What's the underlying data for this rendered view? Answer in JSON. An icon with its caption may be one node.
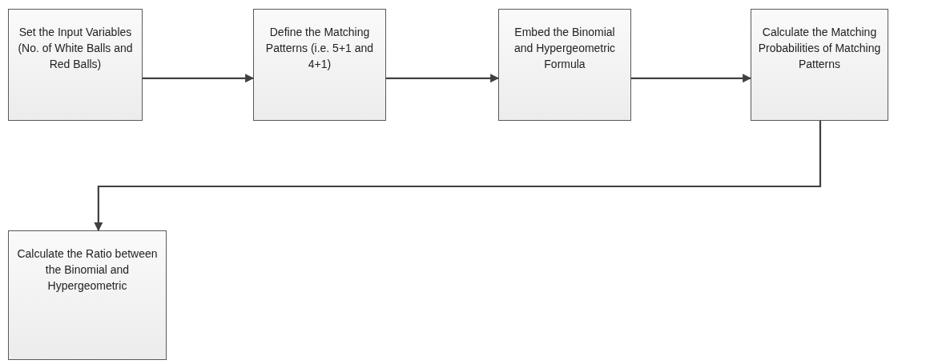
{
  "diagram": {
    "nodes": [
      {
        "text": [
          "Set the Input Variables (No. of White Balls and Red Balls)"
        ]
      },
      {
        "text": [
          "Define the Matching Patterns (i.e. 5+1 and 4+1)"
        ]
      },
      {
        "text": [
          "Embed the Binomial and Hypergeometric Formula"
        ]
      },
      {
        "text": [
          "Calculate the Matching Probabilities of Matching Patterns"
        ]
      },
      {
        "text": [
          "Calculate the Ratio between the Binomial and Hypergeometric"
        ]
      }
    ],
    "edges": [
      {
        "from": 0,
        "to": 1,
        "arrow": "to"
      },
      {
        "from": 1,
        "to": 2,
        "arrow": "to"
      },
      {
        "from": 2,
        "to": 3,
        "arrow": "to"
      },
      {
        "from": 3,
        "to": 4,
        "arrow": "to"
      }
    ]
  }
}
